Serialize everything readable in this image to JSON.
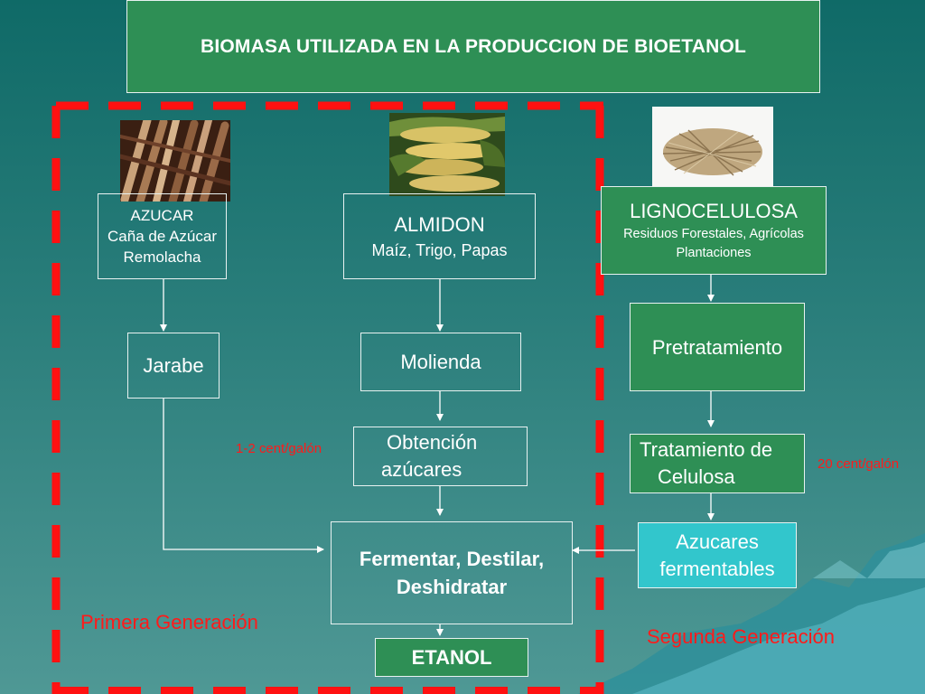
{
  "title": "BIOMASA UTILIZADA EN LA PRODUCCION DE BIOETANOL",
  "colors": {
    "background": "#1f7774",
    "box_green": "#2e8f55",
    "box_cyan": "#32c6cc",
    "dashed_red": "#ff1111",
    "label_red": "#ff1a1a"
  },
  "azucar": {
    "title": "AZUCAR",
    "line1": "Caña de Azúcar",
    "line2": "Remolacha"
  },
  "almidon": {
    "title": "ALMIDON",
    "line1": "Maíz, Trigo, Papas"
  },
  "lignocelulosa": {
    "title": "LIGNOCELULOSA",
    "line1": "Residuos Forestales, Agrícolas",
    "line2": "Plantaciones"
  },
  "steps": {
    "jarabe": "Jarabe",
    "molienda": "Molienda",
    "obtencion_line1": "Obtención",
    "obtencion_line2": "azúcares",
    "pretratamiento": "Pretratamiento",
    "tratamiento_line1": "Tratamiento de",
    "tratamiento_line2": "Celulosa",
    "azucares_line1": "Azucares",
    "azucares_line2": "fermentables",
    "fermentar_line1": "Fermentar, Destilar,",
    "fermentar_line2": "Deshidratar",
    "etanol": "ETANOL"
  },
  "costs": {
    "first": "1-2 cent/galón",
    "second": "20 cent/galón"
  },
  "generations": {
    "first": "Primera Generación",
    "second": "Segunda Generación"
  },
  "images": {
    "sugarcane": "sugarcane-photo",
    "corn": "corn-photo",
    "straw": "straw-photo"
  }
}
